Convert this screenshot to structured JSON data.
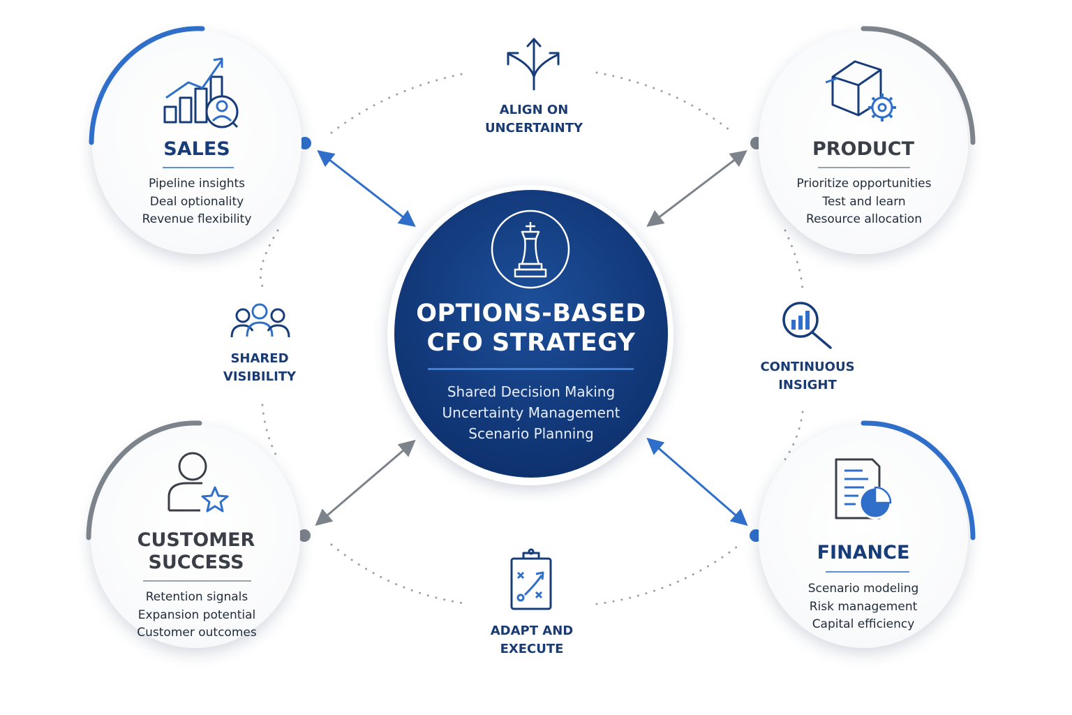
{
  "center": {
    "title_line1": "OPTIONS-BASED",
    "title_line2": "CFO STRATEGY",
    "lines": [
      "Shared Decision Making",
      "Uncertainty Management",
      "Scenario Planning"
    ],
    "icon": "chess-king-icon"
  },
  "departments": {
    "sales": {
      "title": "SALES",
      "lines": [
        "Pipeline insights",
        "Deal optionality",
        "Revenue flexibility"
      ],
      "icon": "chart-growth-person-icon"
    },
    "product": {
      "title": "PRODUCT",
      "lines": [
        "Prioritize opportunities",
        "Test and learn",
        "Resource allocation"
      ],
      "icon": "box-gear-icon"
    },
    "customer_success": {
      "title_line1": "CUSTOMER",
      "title_line2": "SUCCESS",
      "lines": [
        "Retention signals",
        "Expansion potential",
        "Customer outcomes"
      ],
      "icon": "user-star-icon"
    },
    "finance": {
      "title": "FINANCE",
      "lines": [
        "Scenario modeling",
        "Risk management",
        "Capital efficiency"
      ],
      "icon": "report-pie-icon"
    }
  },
  "connectors": {
    "align": {
      "line1": "ALIGN ON",
      "line2": "UNCERTAINTY",
      "icon": "split-arrows-icon"
    },
    "visibility": {
      "line1": "SHARED",
      "line2": "VISIBILITY",
      "icon": "team-icon"
    },
    "insight": {
      "line1": "CONTINUOUS",
      "line2": "INSIGHT",
      "icon": "magnifier-chart-icon"
    },
    "adapt": {
      "line1": "ADAPT AND",
      "line2": "EXECUTE",
      "icon": "clipboard-strategy-icon"
    }
  },
  "colors": {
    "navy": "#12397a",
    "accent_blue": "#2f6fc9",
    "gray": "#7d838b",
    "text_dark": "#1f2a3a"
  }
}
